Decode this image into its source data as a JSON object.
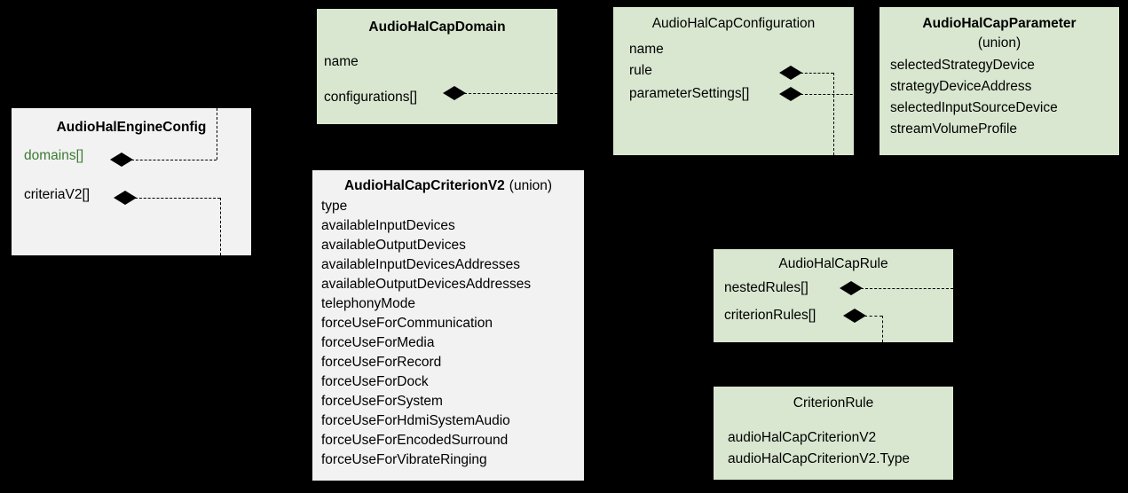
{
  "diagram": {
    "type": "uml-class-diagram",
    "background_color": "#000000",
    "box_fill_green": "#d9e7d0",
    "box_fill_grey": "#f2f2f2",
    "accent_text_color": "#3d7a34",
    "line_style": "dashed-composition"
  },
  "boxes": {
    "engine_config": {
      "title": "AudioHalEngineConfig",
      "fields": [
        {
          "label": "domains[]",
          "highlighted": true
        },
        {
          "label": "criteriaV2[]",
          "highlighted": false
        }
      ]
    },
    "cap_domain": {
      "title": "AudioHalCapDomain",
      "fields": [
        {
          "label": "name"
        },
        {
          "label": "configurations[]"
        }
      ]
    },
    "cap_configuration": {
      "title": "AudioHalCapConfiguration",
      "fields": [
        {
          "label": "name"
        },
        {
          "label": "rule"
        },
        {
          "label": "parameterSettings[]"
        }
      ]
    },
    "cap_parameter": {
      "title": "AudioHalCapParameter",
      "subtitle": "(union)",
      "fields": [
        {
          "label": "selectedStrategyDevice"
        },
        {
          "label": "strategyDeviceAddress"
        },
        {
          "label": "selectedInputSourceDevice"
        },
        {
          "label": "streamVolumeProfile"
        }
      ]
    },
    "cap_criterion_v2": {
      "title": "AudioHalCapCriterionV2",
      "union_tag": "(union)",
      "fields": [
        {
          "label": "type"
        },
        {
          "label": "availableInputDevices"
        },
        {
          "label": "availableOutputDevices"
        },
        {
          "label": "availableInputDevicesAddresses"
        },
        {
          "label": "availableOutputDevicesAddresses"
        },
        {
          "label": "telephonyMode"
        },
        {
          "label": "forceUseForCommunication"
        },
        {
          "label": "forceUseForMedia"
        },
        {
          "label": "forceUseForRecord"
        },
        {
          "label": "forceUseForDock"
        },
        {
          "label": "forceUseForSystem"
        },
        {
          "label": "forceUseForHdmiSystemAudio"
        },
        {
          "label": "forceUseForEncodedSurround"
        },
        {
          "label": "forceUseForVibrateRinging"
        }
      ]
    },
    "cap_rule": {
      "title": "AudioHalCapRule",
      "fields": [
        {
          "label": "nestedRules[]"
        },
        {
          "label": "criterionRules[]"
        }
      ]
    },
    "criterion_rule": {
      "title": "CriterionRule",
      "fields": [
        {
          "label": "audioHalCapCriterionV2"
        },
        {
          "label": "audioHalCapCriterionV2.Type"
        }
      ]
    }
  }
}
